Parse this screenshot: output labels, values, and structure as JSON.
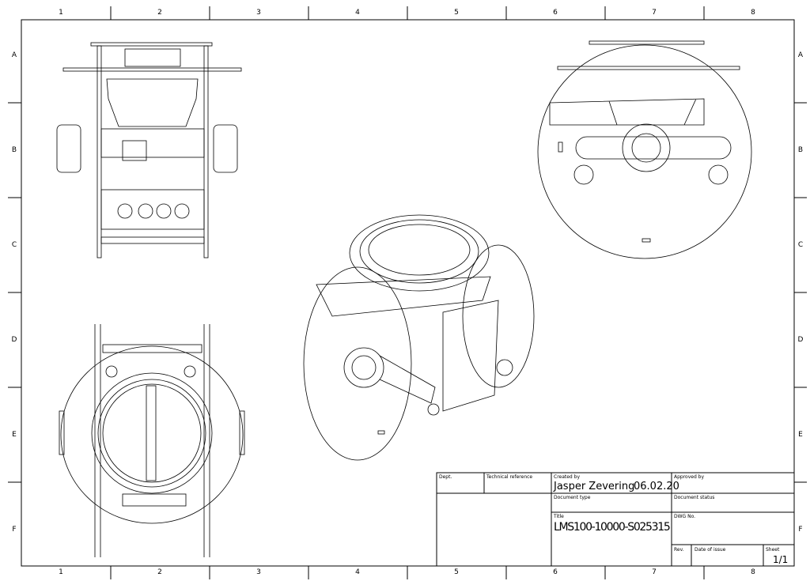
{
  "border": {
    "columns": [
      "1",
      "2",
      "3",
      "4",
      "5",
      "6",
      "7",
      "8"
    ],
    "rows": [
      "A",
      "B",
      "C",
      "D",
      "E",
      "F"
    ]
  },
  "title_block": {
    "dept_label": "Dept.",
    "technical_reference_label": "Technical reference",
    "created_by_label": "Created by",
    "created_by": "Jasper Zevering",
    "created_date": "06.02.20",
    "approved_by_label": "Approved by",
    "document_type_label": "Document type",
    "document_status_label": "Document status",
    "title_label": "Title",
    "title": "LMS100-10000-S025315",
    "dwg_no_label": "DWG No.",
    "rev_label": "Rev.",
    "date_of_issue_label": "Date of issue",
    "sheet_label": "Sheet",
    "sheet": "1/1"
  }
}
